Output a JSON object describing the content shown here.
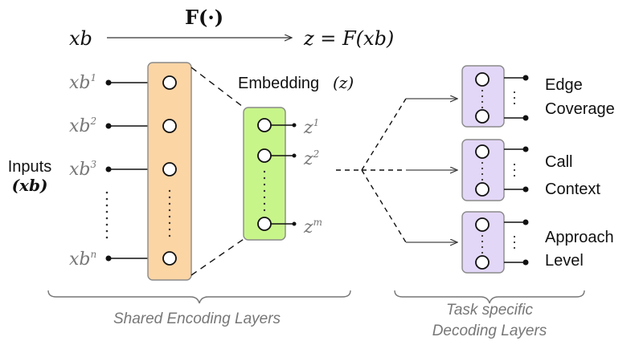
{
  "header": {
    "input_var": "xb",
    "function": "F(·)",
    "output_eq": "z = F(xb)"
  },
  "inputs": {
    "title_line1": "Inputs",
    "title_line2": "(xb)",
    "nodes": [
      {
        "base": "xb",
        "sup": "1"
      },
      {
        "base": "xb",
        "sup": "2"
      },
      {
        "base": "xb",
        "sup": "3"
      },
      {
        "base": "xb",
        "sup": "n"
      }
    ]
  },
  "embedding": {
    "title": "Embedding",
    "var": "(z)",
    "nodes": [
      {
        "base": "z",
        "sup": "1"
      },
      {
        "base": "z",
        "sup": "2"
      },
      {
        "base": "z",
        "sup": "m"
      }
    ]
  },
  "tasks": [
    {
      "line1": "Edge",
      "line2": "Coverage"
    },
    {
      "line1": "Call",
      "line2": "Context"
    },
    {
      "line1": "Approach",
      "line2": "Level"
    }
  ],
  "braces": {
    "shared": "Shared Encoding Layers",
    "task_line1": "Task specific",
    "task_line2": "Decoding Layers"
  },
  "colors": {
    "encoder_fill": "#fcd5a5",
    "embedding_fill": "#c8f58a",
    "decoder_fill": "#e3d7f7",
    "box_stroke": "#8a8a8a",
    "label_gray": "#777777"
  }
}
